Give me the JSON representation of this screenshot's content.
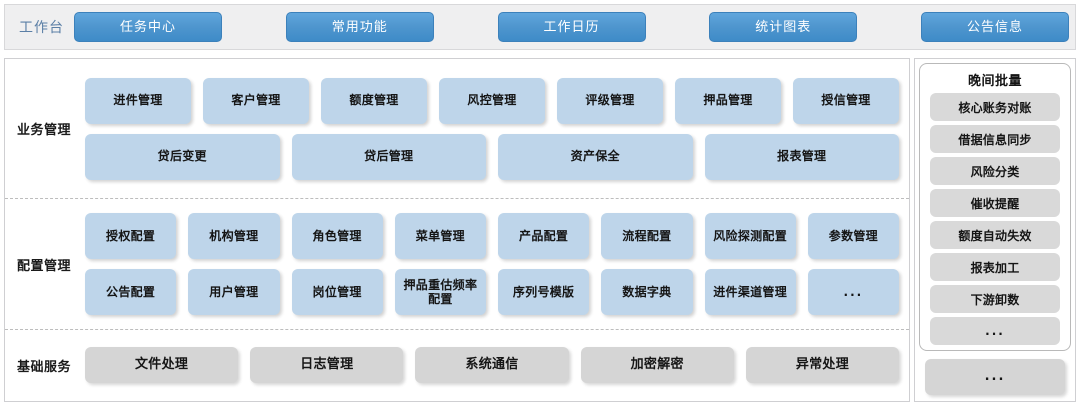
{
  "toolbar": {
    "title": "工作台",
    "tabs": [
      {
        "label": "任务中心"
      },
      {
        "label": "常用功能"
      },
      {
        "label": "工作日历"
      },
      {
        "label": "统计图表"
      },
      {
        "label": "公告信息"
      }
    ]
  },
  "sections": [
    {
      "label": "业务管理",
      "rows": [
        [
          {
            "label": "进件管理"
          },
          {
            "label": "客户管理"
          },
          {
            "label": "额度管理"
          },
          {
            "label": "风控管理"
          },
          {
            "label": "评级管理"
          },
          {
            "label": "押品管理"
          },
          {
            "label": "授信管理"
          }
        ],
        [
          {
            "label": "贷后变更"
          },
          {
            "label": "贷后管理"
          },
          {
            "label": "资产保全"
          },
          {
            "label": "报表管理"
          }
        ]
      ]
    },
    {
      "label": "配置管理",
      "rows": [
        [
          {
            "label": "授权配置"
          },
          {
            "label": "机构管理"
          },
          {
            "label": "角色管理"
          },
          {
            "label": "菜单管理"
          },
          {
            "label": "产品配置"
          },
          {
            "label": "流程配置"
          },
          {
            "label": "风险探测配置"
          },
          {
            "label": "参数管理"
          }
        ],
        [
          {
            "label": "公告配置"
          },
          {
            "label": "用户管理"
          },
          {
            "label": "岗位管理"
          },
          {
            "label": "押品重估频率配置"
          },
          {
            "label": "序列号模版"
          },
          {
            "label": "数据字典"
          },
          {
            "label": "进件渠道管理"
          },
          {
            "label": "..."
          }
        ]
      ]
    },
    {
      "label": "基础服务",
      "rows": [
        [
          {
            "label": "文件处理"
          },
          {
            "label": "日志管理"
          },
          {
            "label": "系统通信"
          },
          {
            "label": "加密解密"
          },
          {
            "label": "异常处理"
          }
        ]
      ]
    }
  ],
  "sidepanel": {
    "title": "晚间批量",
    "items": [
      {
        "label": "核心账务对账"
      },
      {
        "label": "借据信息同步"
      },
      {
        "label": "风险分类"
      },
      {
        "label": "催收提醒"
      },
      {
        "label": "额度自动失效"
      },
      {
        "label": "报表加工"
      },
      {
        "label": "下游卸数"
      },
      {
        "label": "..."
      }
    ],
    "footer_label": "..."
  },
  "colors": {
    "toolbar_bg": "#efeff0",
    "tab_blue": "#4f96ce",
    "title_blue": "#5b7fa6",
    "card_blue": "#bed5ea",
    "card_gray": "#d5d5d5",
    "side_item_gray": "#d9d9d9",
    "divider": "#bdbdbd"
  }
}
